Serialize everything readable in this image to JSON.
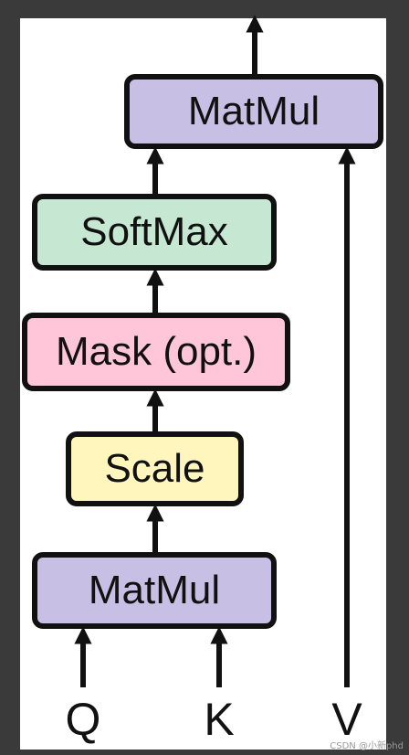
{
  "diagram": {
    "boxes": {
      "matmul_top": {
        "label": "MatMul",
        "color": "#c8c0e4"
      },
      "softmax": {
        "label": "SoftMax",
        "color": "#c6e8d2"
      },
      "mask": {
        "label": "Mask (opt.)",
        "color": "#ffc6da"
      },
      "scale": {
        "label": "Scale",
        "color": "#fff6be"
      },
      "matmul_bottom": {
        "label": "MatMul",
        "color": "#c8c0e4"
      }
    },
    "inputs": {
      "q": "Q",
      "k": "K",
      "v": "V"
    },
    "watermark": "CSDN @小新phd"
  }
}
